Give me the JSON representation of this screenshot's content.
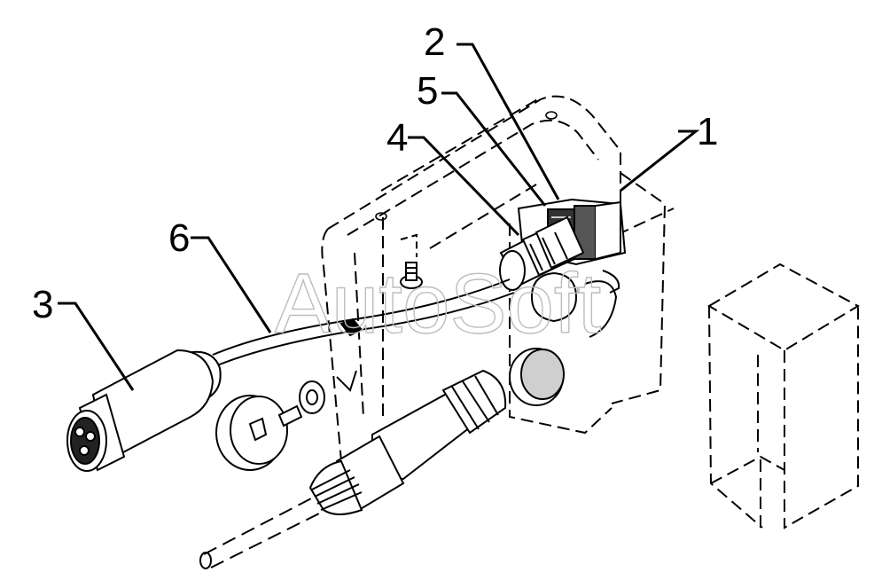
{
  "watermark": "AutoSoft",
  "callouts": [
    {
      "id": "1",
      "label": "1"
    },
    {
      "id": "2",
      "label": "2"
    },
    {
      "id": "3",
      "label": "3"
    },
    {
      "id": "4",
      "label": "4"
    },
    {
      "id": "5",
      "label": "5"
    },
    {
      "id": "6",
      "label": "6"
    }
  ],
  "colors": {
    "line": "#000000",
    "watermark": "#bdbdbd",
    "background": "#ffffff"
  }
}
